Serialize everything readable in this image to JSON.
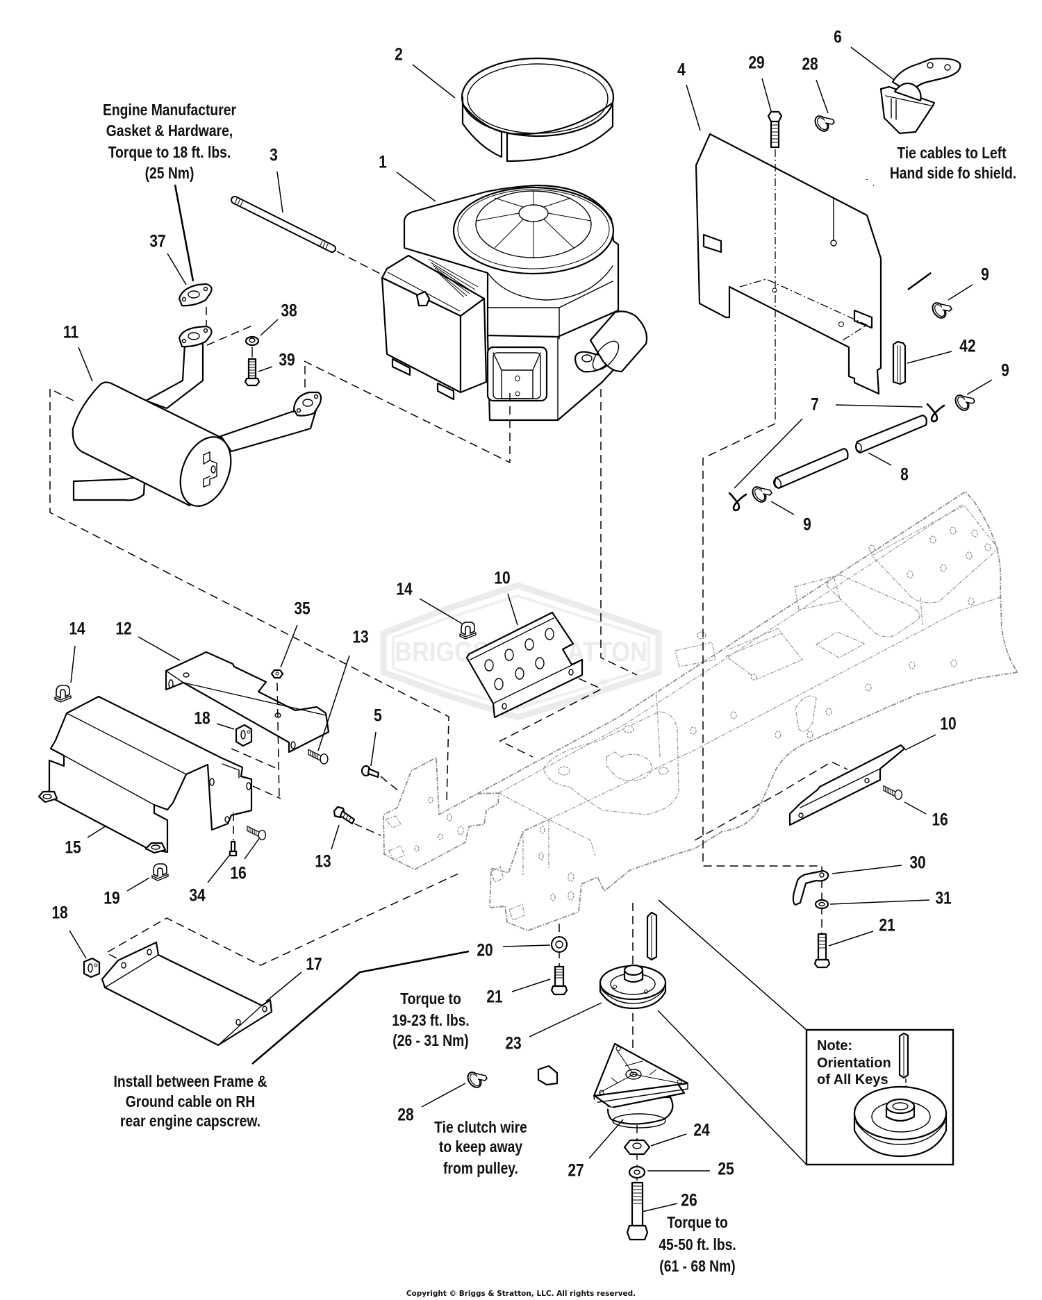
{
  "diagram": {
    "kind": "exploded parts diagram",
    "colors": {
      "line": "#000000",
      "frame_phantom": "#8a8a8a",
      "watermark": "#ececec",
      "background": "#ffffff"
    }
  },
  "watermark": {
    "text": "BRIGGS & STRATTON",
    "registered": "®"
  },
  "callouts": [
    {
      "label": "1"
    },
    {
      "label": "2"
    },
    {
      "label": "3"
    },
    {
      "label": "4"
    },
    {
      "label": "6"
    },
    {
      "label": "29"
    },
    {
      "label": "28"
    },
    {
      "label": "9"
    },
    {
      "label": "42"
    },
    {
      "label": "9"
    },
    {
      "label": "7"
    },
    {
      "label": "8"
    },
    {
      "label": "9"
    },
    {
      "label": "37"
    },
    {
      "label": "38"
    },
    {
      "label": "39"
    },
    {
      "label": "11"
    },
    {
      "label": "10"
    },
    {
      "label": "14"
    },
    {
      "label": "35"
    },
    {
      "label": "14"
    },
    {
      "label": "12"
    },
    {
      "label": "13"
    },
    {
      "label": "18"
    },
    {
      "label": "5"
    },
    {
      "label": "15"
    },
    {
      "label": "16"
    },
    {
      "label": "13"
    },
    {
      "label": "19"
    },
    {
      "label": "34"
    },
    {
      "label": "18"
    },
    {
      "label": "17"
    },
    {
      "label": "10"
    },
    {
      "label": "16"
    },
    {
      "label": "30"
    },
    {
      "label": "31"
    },
    {
      "label": "21"
    },
    {
      "label": "20"
    },
    {
      "label": "21"
    },
    {
      "label": "23"
    },
    {
      "label": "28"
    },
    {
      "label": "24"
    },
    {
      "label": "25"
    },
    {
      "label": "27"
    },
    {
      "label": "26"
    }
  ],
  "notes": {
    "engine_gasket": {
      "lines": [
        "Engine Manufacturer",
        "Gasket & Hardware,",
        "Torque to 18 ft. lbs.",
        "(25 Nm)"
      ]
    },
    "tie_cables": {
      "lines": [
        "Tie cables to Left",
        "Hand side fo shield."
      ]
    },
    "torque_pulley_bolt": {
      "lines": [
        "Torque to",
        "19-23 ft. lbs.",
        "(26 - 31 Nm)"
      ]
    },
    "install_between": {
      "lines": [
        "Install between Frame &",
        "Ground cable on RH",
        "rear engine capscrew."
      ]
    },
    "tie_clutch": {
      "lines": [
        "Tie clutch wire",
        "to keep away",
        "from pulley."
      ]
    },
    "torque_clutch_bolt": {
      "lines": [
        "Torque to",
        "45-50 ft. lbs.",
        "(61 - 68 Nm)"
      ]
    },
    "key_orientation": {
      "title": "Note:",
      "lines": [
        "Orientation",
        "of All Keys"
      ]
    }
  },
  "copyright": "Copyright © Briggs & Stratton, LLC. All rights reserved."
}
